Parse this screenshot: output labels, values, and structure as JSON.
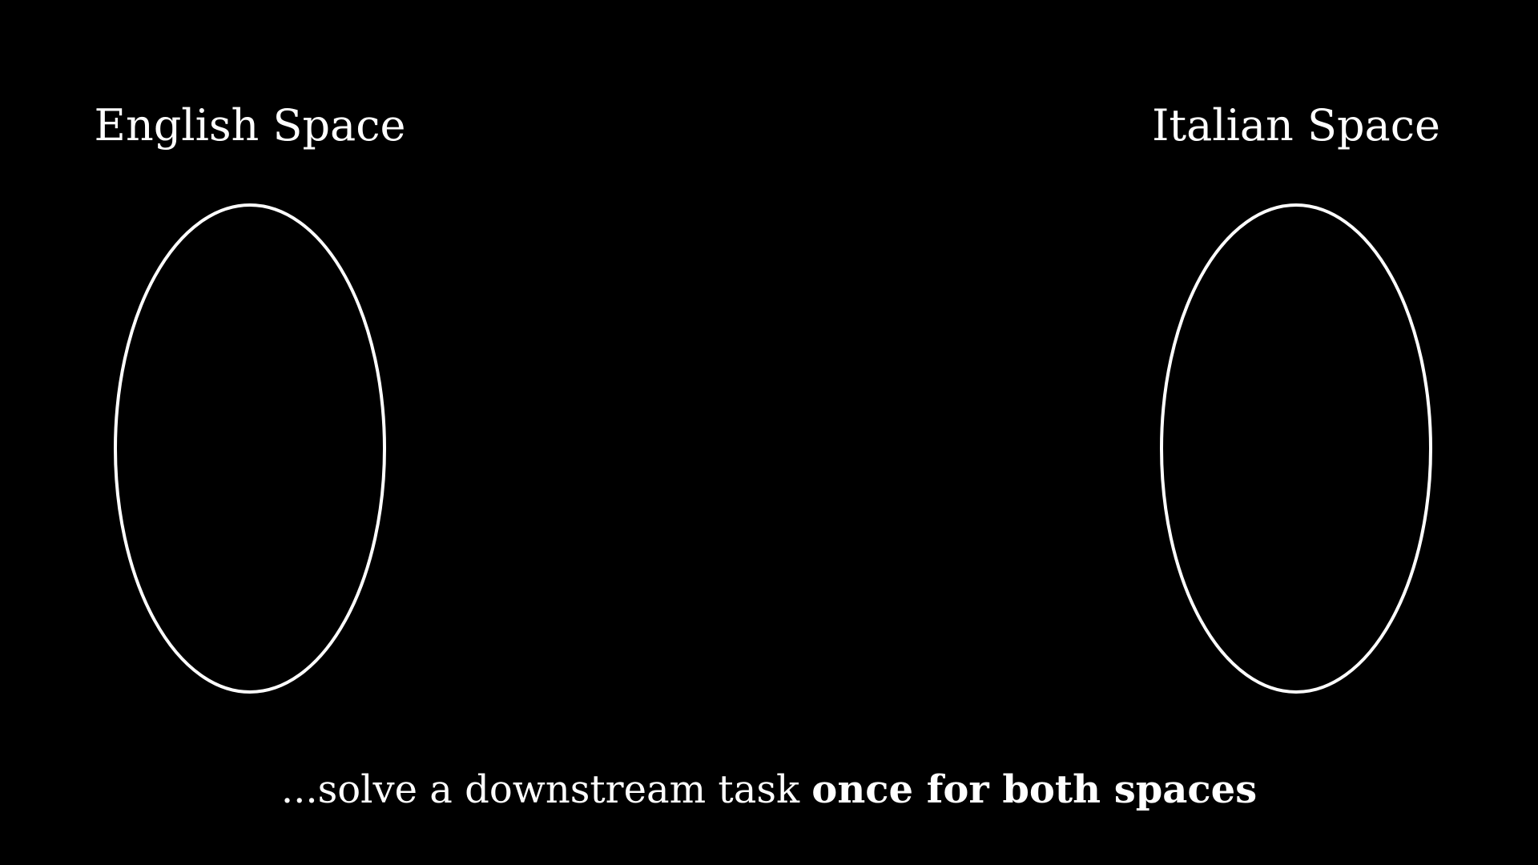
{
  "spaces": {
    "english": {
      "label": "English Space"
    },
    "italian": {
      "label": "Italian Space"
    }
  },
  "caption": {
    "prefix": "...solve a downstream task ",
    "emphasis": "once for both spaces"
  },
  "colors": {
    "background": "#000000",
    "foreground": "#ffffff"
  }
}
